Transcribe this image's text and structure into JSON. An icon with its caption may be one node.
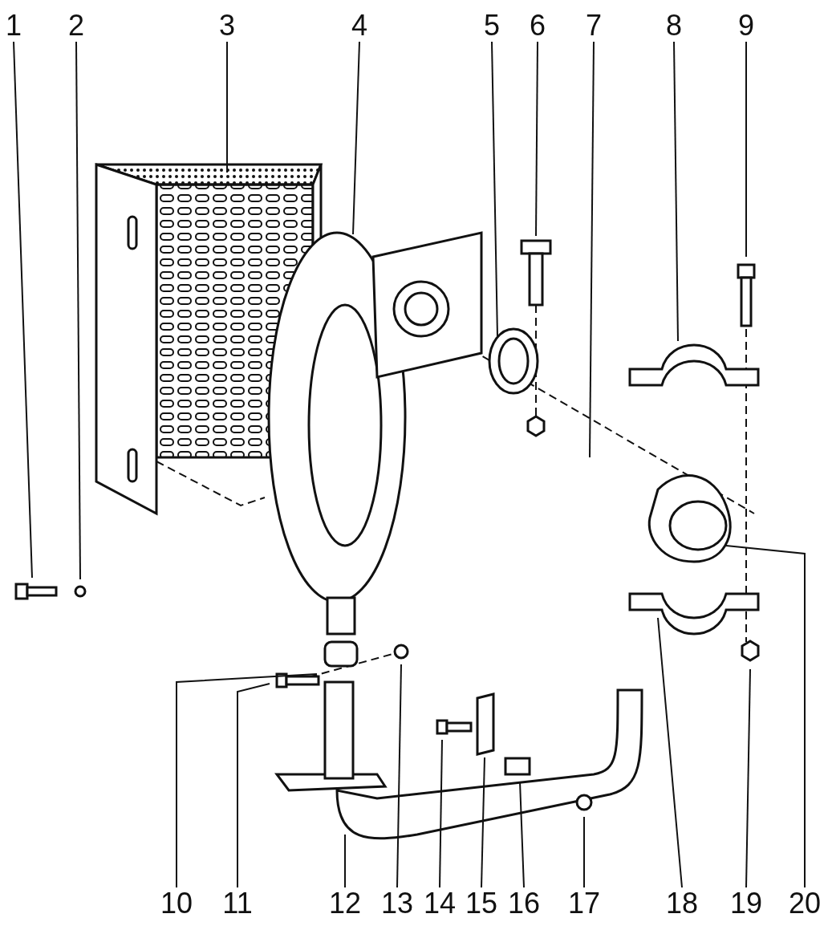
{
  "diagram": {
    "nodes": [
      {
        "text": [
          "1"
        ]
      },
      {
        "text": [
          "2"
        ]
      },
      {
        "text": [
          "3"
        ]
      },
      {
        "text": [
          "4"
        ]
      },
      {
        "text": [
          "5"
        ]
      },
      {
        "text": [
          "6"
        ]
      },
      {
        "text": [
          "7"
        ]
      },
      {
        "text": [
          "8"
        ]
      },
      {
        "text": [
          "9"
        ]
      },
      {
        "text": [
          "10"
        ]
      },
      {
        "text": [
          "11"
        ]
      },
      {
        "text": [
          "12"
        ]
      },
      {
        "text": [
          "13"
        ]
      },
      {
        "text": [
          "14"
        ]
      },
      {
        "text": [
          "15"
        ]
      },
      {
        "text": [
          "16"
        ]
      },
      {
        "text": [
          "17"
        ]
      },
      {
        "text": [
          "18"
        ]
      },
      {
        "text": [
          "19"
        ]
      },
      {
        "text": [
          "20"
        ]
      }
    ],
    "edges": [
      {
        "from": 0,
        "to": null,
        "arrow": "none"
      },
      {
        "from": 1,
        "to": null,
        "arrow": "none"
      },
      {
        "from": 2,
        "to": null,
        "arrow": "none"
      },
      {
        "from": 3,
        "to": null,
        "arrow": "none"
      },
      {
        "from": 4,
        "to": null,
        "arrow": "none"
      },
      {
        "from": 5,
        "to": null,
        "arrow": "none"
      },
      {
        "from": 6,
        "to": null,
        "arrow": "none"
      },
      {
        "from": 7,
        "to": null,
        "arrow": "none"
      },
      {
        "from": 8,
        "to": null,
        "arrow": "none"
      },
      {
        "from": 9,
        "to": null,
        "arrow": "none"
      },
      {
        "from": 10,
        "to": null,
        "arrow": "none"
      },
      {
        "from": 11,
        "to": null,
        "arrow": "none"
      },
      {
        "from": 12,
        "to": null,
        "arrow": "none"
      },
      {
        "from": 13,
        "to": null,
        "arrow": "none"
      },
      {
        "from": 14,
        "to": null,
        "arrow": "none"
      },
      {
        "from": 15,
        "to": null,
        "arrow": "none"
      },
      {
        "from": 16,
        "to": null,
        "arrow": "none"
      },
      {
        "from": 17,
        "to": null,
        "arrow": "none"
      },
      {
        "from": 18,
        "to": null,
        "arrow": "none"
      },
      {
        "from": 19,
        "to": null,
        "arrow": "none"
      }
    ]
  }
}
